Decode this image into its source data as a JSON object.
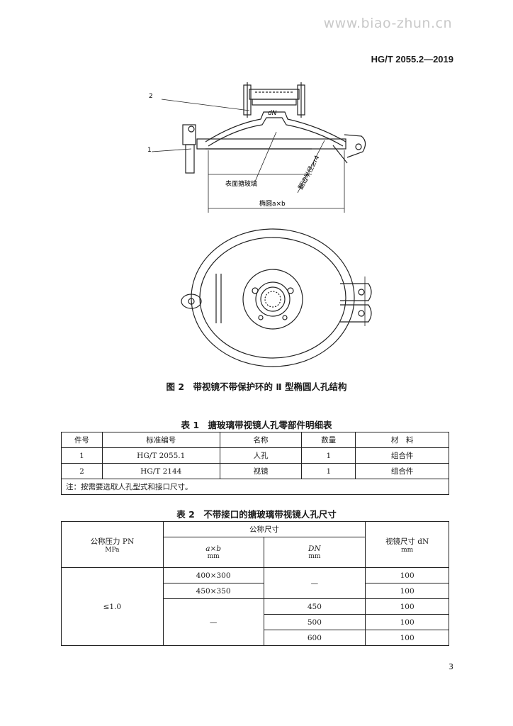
{
  "watermark": "www.biao-zhun.cn",
  "header": {
    "standard_code": "HG/T 2055.2—2019"
  },
  "figure": {
    "callouts": [
      "2",
      "1"
    ],
    "label_surface": "表面搪玻璃",
    "label_diameter": "dN",
    "label_ellipse": "椭圆a×b",
    "label_radius": "翻边半径≥r4",
    "caption": "图 2　带视镜不带保护环的 Ⅱ 型椭圆人孔结构"
  },
  "table1": {
    "caption": "表 1　搪玻璃带视镜人孔零部件明细表",
    "headers": [
      "件号",
      "标准编号",
      "名称",
      "数量",
      "材　料"
    ],
    "rows": [
      [
        "1",
        "HG/T 2055.1",
        "人孔",
        "1",
        "组合件"
      ],
      [
        "2",
        "HG/T 2144",
        "视镜",
        "1",
        "组合件"
      ]
    ],
    "note": "注：按需要选取人孔型式和接口尺寸。"
  },
  "table2": {
    "caption": "表 2　不带接口的搪玻璃带视镜人孔尺寸",
    "header_pn": "公称压力 PN",
    "header_pn_unit": "MPa",
    "header_nominal": "公称尺寸",
    "header_axb": "a×b",
    "header_axb_unit": "mm",
    "header_dn": "DN",
    "header_dn_unit": "mm",
    "header_sight": "视镜尺寸 dN",
    "header_sight_unit": "mm",
    "pn_value": "≤1.0",
    "dash": "—",
    "rows": [
      {
        "axb": "400×300",
        "dn": "",
        "sight": "100"
      },
      {
        "axb": "450×350",
        "dn": "",
        "sight": "100"
      },
      {
        "axb": "",
        "dn": "450",
        "sight": "100"
      },
      {
        "axb": "",
        "dn": "500",
        "sight": "100"
      },
      {
        "axb": "",
        "dn": "600",
        "sight": "100"
      }
    ]
  },
  "page_number": "3"
}
